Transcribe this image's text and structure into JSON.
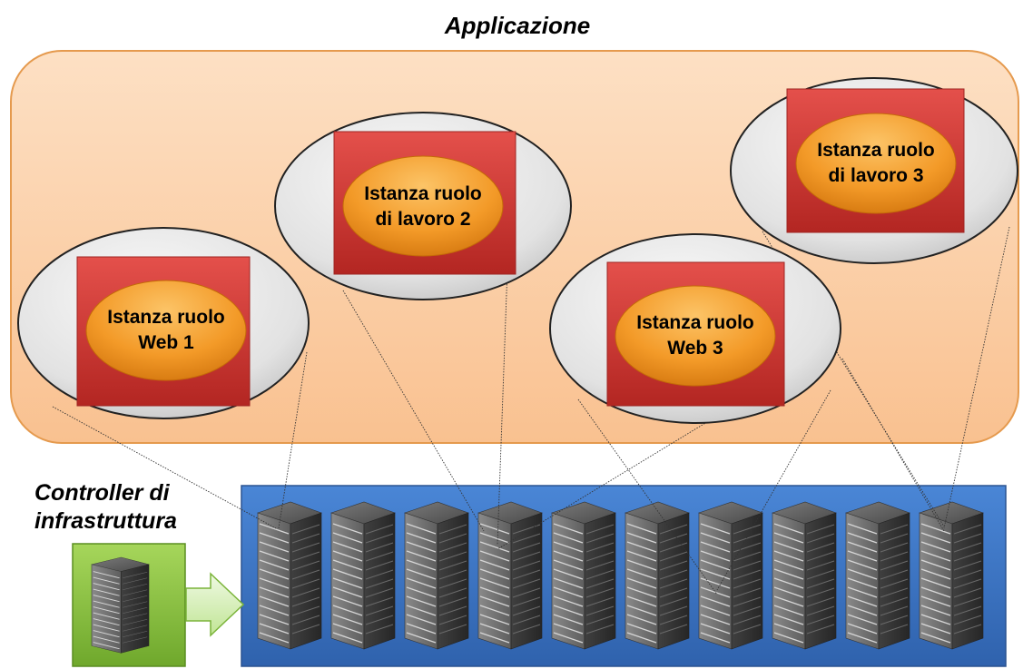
{
  "title": "Applicazione",
  "controller": {
    "line1": "Controller di",
    "line2": "infrastruttura"
  },
  "roles": [
    {
      "line1": "Istanza ruolo",
      "line2": "Web 1"
    },
    {
      "line1": "Istanza ruolo",
      "line2": "di lavoro 2"
    },
    {
      "line1": "Istanza ruolo",
      "line2": "Web 3"
    },
    {
      "line1": "Istanza ruolo",
      "line2": "di lavoro 3"
    }
  ],
  "colors": {
    "app_fill": "#fbc89a",
    "app_stroke": "#e59a4e",
    "role_square": "#d83a36",
    "role_ellipse": "#f29a28",
    "instance_circle": "#e4e4e4",
    "cluster_fill": "#3f78c9",
    "controller_fill": "#8cc43f",
    "arrow_fill": "#d6f0b4"
  },
  "icons": {
    "server": "server-rack-icon",
    "arrow": "arrow-right-icon"
  },
  "server_count": 10
}
